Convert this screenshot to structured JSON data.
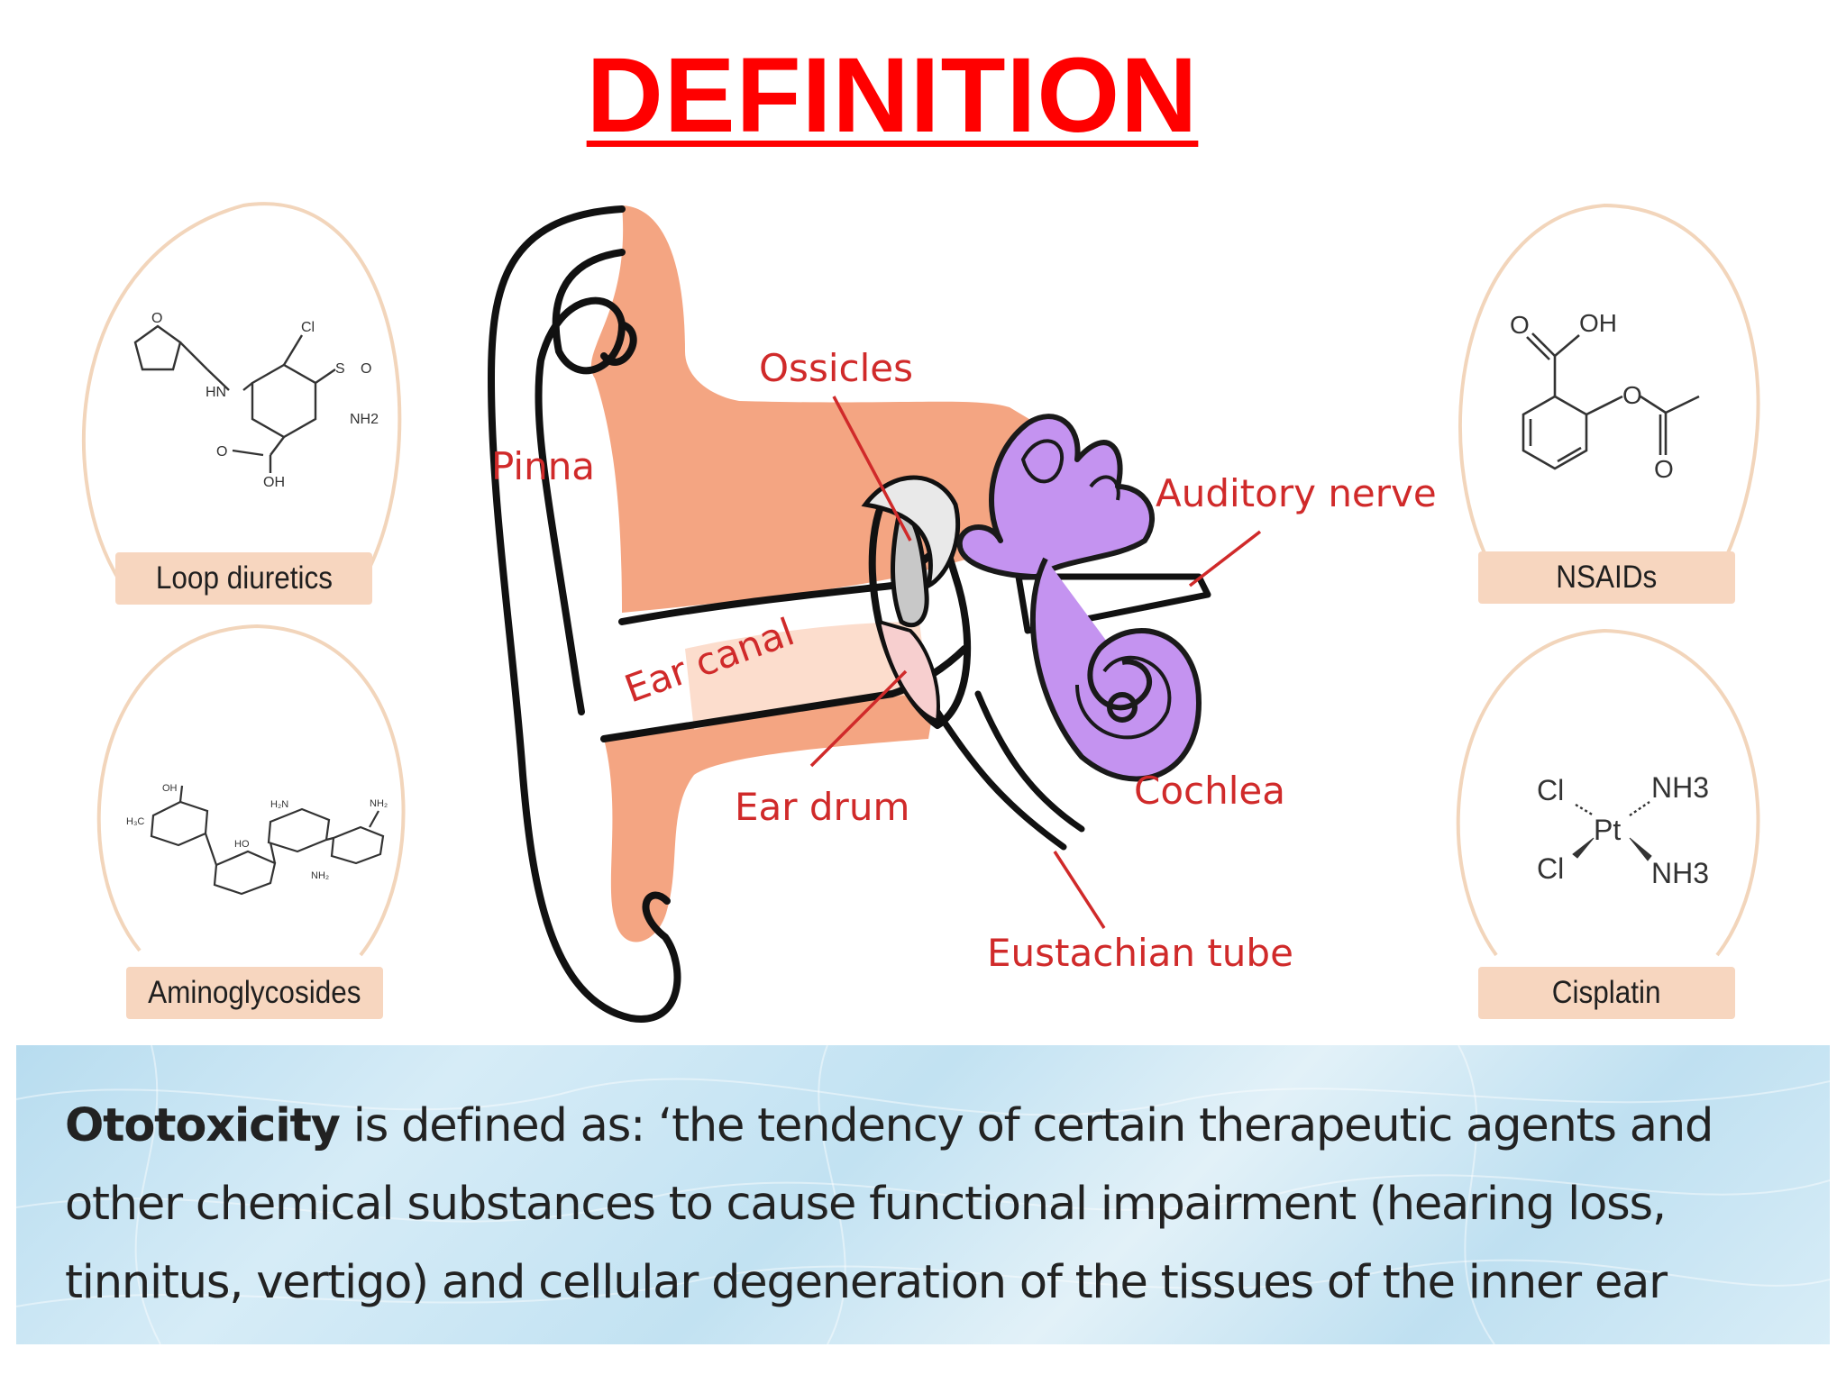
{
  "title": "DEFINITION",
  "colors": {
    "title": "#ff0000",
    "ear_label": "#d02a2a",
    "skin": "#f4a582",
    "inner_ear": "#c493f0",
    "drug_label_bg": "#f7d6bf",
    "banner": "#c7e4f3"
  },
  "drugs": {
    "loop_diuretics": "Loop diuretics",
    "aminoglycosides": "Aminoglycosides",
    "nsaids": "NSAIDs",
    "cisplatin": "Cisplatin"
  },
  "chem": {
    "furosemide": {
      "o": "O",
      "cl": "Cl",
      "nh": "HN",
      "s": "S",
      "nh2": "NH2",
      "o2": "O",
      "oh": "OH"
    },
    "aspirin": {
      "o": "O",
      "oh": "OH",
      "o2": "O",
      "o3": "O"
    },
    "cisplatin": {
      "cl1": "Cl",
      "nh3a": "NH3",
      "pt": "Pt",
      "cl2": "Cl",
      "nh3b": "NH3"
    }
  },
  "ear_labels": {
    "ossicles": "Ossicles",
    "pinna": "Pinna",
    "auditory_nerve": "Auditory nerve",
    "ear_canal": "Ear canal",
    "ear_drum": "Ear drum",
    "cochlea": "Cochlea",
    "eustachian_tube": "Eustachian tube"
  },
  "definition": {
    "term": "Ototoxicity",
    "line1": " is defined as: ‘the tendency of certain therapeutic agents and",
    "line2": "other chemical substances to cause functional impairment (hearing loss,",
    "line3": "tinnitus, vertigo) and cellular degeneration of the tissues of the inner ear"
  }
}
